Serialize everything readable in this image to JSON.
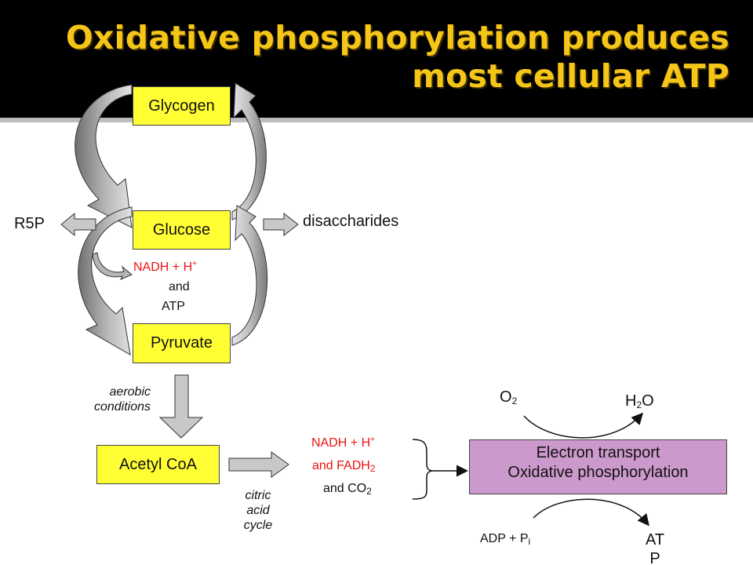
{
  "title": {
    "line1": "Oxidative phosphorylation produces",
    "line2": "most cellular ATP"
  },
  "nodes": {
    "glycogen": "Glycogen",
    "glucose": "Glucose",
    "pyruvate": "Pyruvate",
    "acetyl_coa": "Acetyl CoA",
    "electron_transport_line1": "Electron transport",
    "electron_transport_line2": "Oxidative phosphorylation"
  },
  "side_labels": {
    "r5p": "R5P",
    "disaccharides": "disaccharides"
  },
  "glycolysis_products": {
    "nadh": "NADH + H",
    "nadh_sup": "+",
    "and": "and",
    "atp": "ATP"
  },
  "aerobic": {
    "line1": "aerobic",
    "line2": "conditions"
  },
  "citric": {
    "line1": "citric",
    "line2": "acid",
    "line3": "cycle"
  },
  "cycle_products": {
    "nadh": "NADH + H",
    "nadh_sup": "+",
    "fadh": "and FADH",
    "fadh_sub": "2",
    "co2": "and CO",
    "co2_sub": "2"
  },
  "etc_io": {
    "o2": "O",
    "o2_sub": "2",
    "h2o_h": "H",
    "h2o_sub": "2",
    "h2o_o": "O",
    "adp": "ADP + P",
    "adp_sub": "i",
    "atp_line1": "AT",
    "atp_line2": "P"
  },
  "colors": {
    "title": "#f5c518",
    "node_fill": "#ffff33",
    "etc_fill": "#cc99cc",
    "red_text": "#ee1111",
    "arrow_gray": "#c8c8c8",
    "arrow_dark": "#8c8c8c"
  }
}
